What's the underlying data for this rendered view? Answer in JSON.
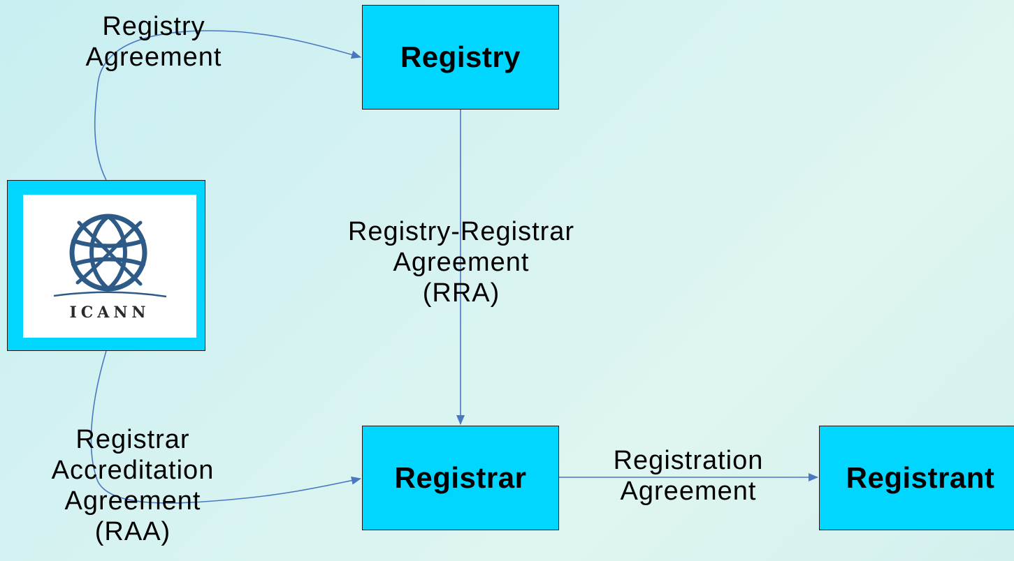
{
  "entities": {
    "registry": "Registry",
    "registrar": "Registrar",
    "registrant": "Registrant",
    "icann_logo_text": "ICANN"
  },
  "agreements": {
    "registry_agreement": [
      "Registry",
      "Agreement"
    ],
    "rra": [
      "Registry-Registrar",
      "Agreement",
      "(RRA)"
    ],
    "raa": [
      "Registrar",
      "Accreditation",
      "Agreement",
      "(RAA)"
    ],
    "registration_agreement": [
      "Registration",
      "Agreement"
    ]
  },
  "colors": {
    "box_fill": "#00d6ff",
    "connector": "#4a78c0",
    "background": "#d4f2f1"
  }
}
